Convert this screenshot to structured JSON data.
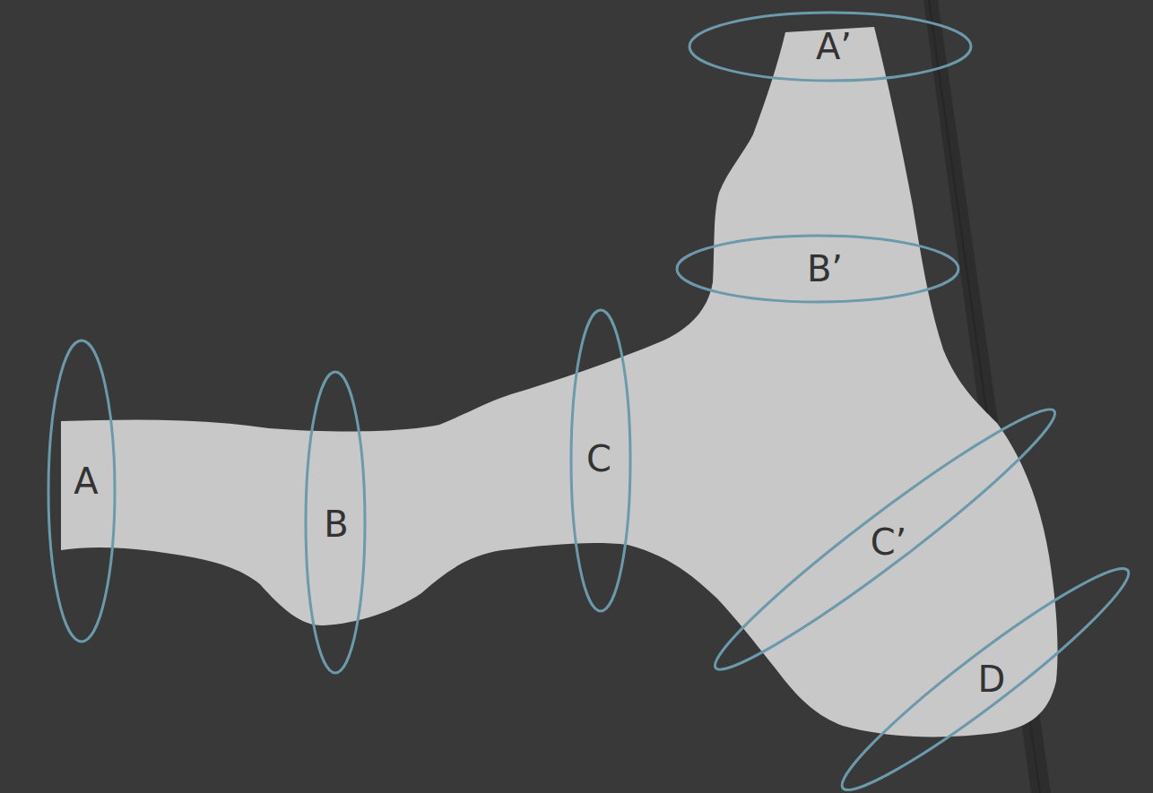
{
  "diagram": {
    "nodes": [
      {
        "text": [
          "A’"
        ]
      },
      {
        "text": [
          "B’"
        ]
      },
      {
        "text": [
          "A"
        ]
      },
      {
        "text": [
          "B"
        ]
      },
      {
        "text": [
          "C"
        ]
      },
      {
        "text": [
          "C’"
        ]
      },
      {
        "text": [
          "D"
        ]
      }
    ]
  }
}
